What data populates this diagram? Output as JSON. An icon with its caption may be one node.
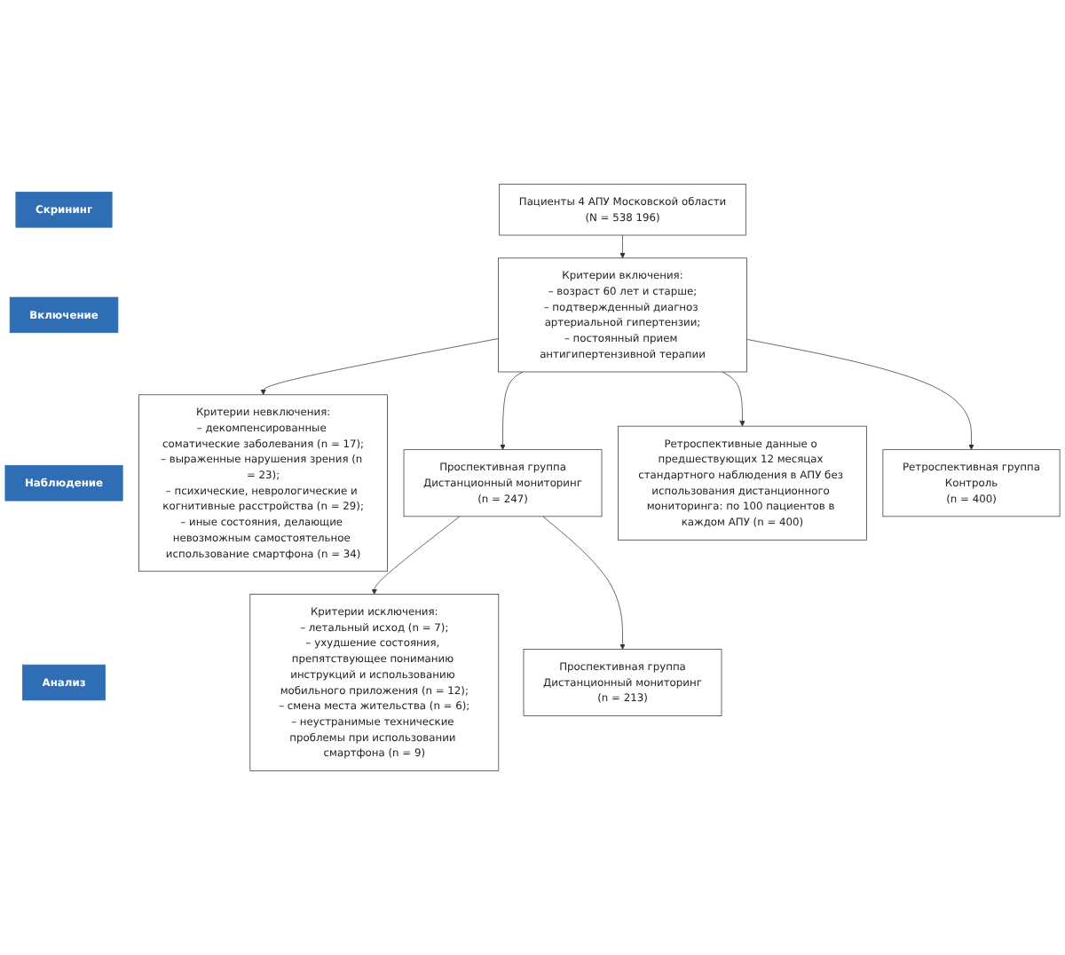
{
  "diagram": {
    "nodes": [
      {
        "text": [
          "Скрининг"
        ]
      },
      {
        "text": [
          "Включение"
        ]
      },
      {
        "text": [
          "Наблюдение"
        ]
      },
      {
        "text": [
          "Анализ"
        ]
      },
      {
        "text": [
          "Пациенты 4 АПУ Московской области",
          "(N = 538 196)"
        ]
      },
      {
        "text": [
          "Критерии включения:",
          "– возраст 60 лет и старше;",
          "– подтвержденный диагноз артериальной гипертензии;",
          "– постоянный прием антигипертензивной терапии"
        ]
      },
      {
        "text": [
          "Критерии невключения:",
          "– декомпенсированные соматические заболевания (n = 17);",
          "– выраженные нарушения зрения (n = 23);",
          "– психические, неврологические и когнитивные расстройства (n = 29);",
          "– иные состояния, делающие невозможным самостоятельное использование смартфона (n = 34)"
        ]
      },
      {
        "text": [
          "Проспективная группа",
          "Дистанционный мониторинг",
          "(n = 247)"
        ]
      },
      {
        "text": [
          "Критерии исключения:",
          "– летальный исход (n = 7);",
          "– ухудшение состояния, препятствующее пониманию инструкций и использованию мобильного приложения (n = 12);",
          "– смена места жительства (n = 6);",
          "– неустранимые технические проблемы при использовании смартфона (n = 9)"
        ]
      },
      {
        "text": [
          "Ретроспективные данные о предшествующих 12 месяцах стандартного наблюдения в АПУ без использования дистанционного мониторинга: по 100 пациентов в каждом АПУ (n = 400)"
        ]
      },
      {
        "text": [
          "Проспективная группа",
          "Дистанционный мониторинг",
          "(n = 213)"
        ]
      },
      {
        "text": [
          "Ретроспективная группа",
          "Контроль",
          "(n = 400)"
        ]
      }
    ],
    "edges": [
      {
        "from": 4,
        "to": 5,
        "arrow": "to"
      },
      {
        "from": 5,
        "to": 6,
        "arrow": "to"
      },
      {
        "from": 5,
        "to": 7,
        "arrow": "to"
      },
      {
        "from": 7,
        "to": 8,
        "arrow": "to"
      },
      {
        "from": 7,
        "to": 10,
        "arrow": "to"
      },
      {
        "from": 5,
        "to": 9,
        "arrow": "to"
      },
      {
        "from": 5,
        "to": 11,
        "arrow": "to"
      }
    ]
  }
}
